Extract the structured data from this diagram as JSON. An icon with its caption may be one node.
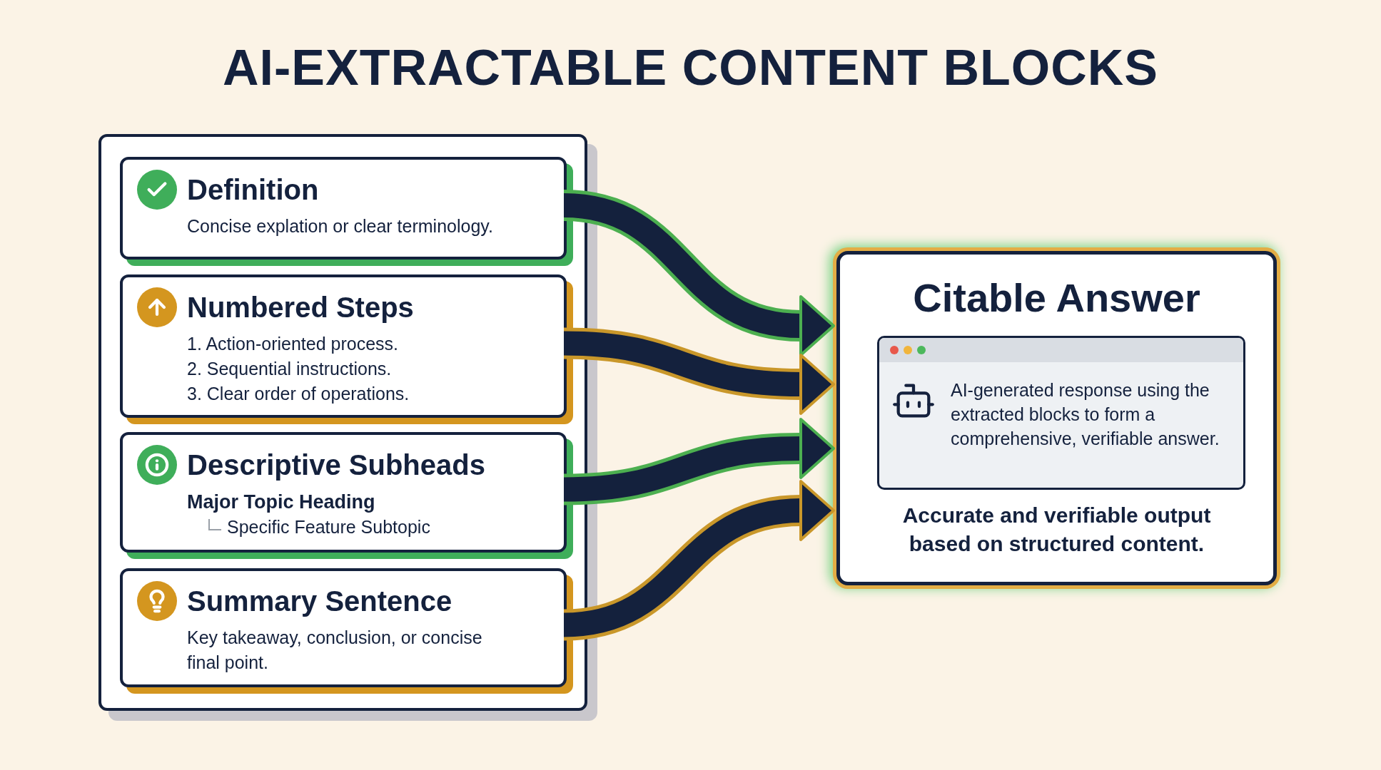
{
  "diagram": {
    "title": "AI-EXTRACTABLE CONTENT BLOCKS",
    "nodes": [
      {
        "text": [],
        "shape": "box"
      },
      {
        "text": [
          "Definition",
          "Concise explation or clear terminology."
        ],
        "in": 0
      },
      {
        "text": [
          "Numbered Steps",
          "1. Action-oriented process.",
          "2. Sequential instructions.",
          "3. Clear order of operations."
        ],
        "in": 0
      },
      {
        "text": [
          "Descriptive Subheads",
          "Major Topic Heading",
          "Specific Feature Subtopic"
        ],
        "in": 0
      },
      {
        "text": [
          "Summary Sentence",
          "Key takeaway, conclusion, or concise final point."
        ],
        "in": 0
      },
      {
        "text": [
          "Citable Answer",
          "Accurate and verifiable output based on structured content."
        ]
      },
      {
        "text": [
          "AI-generated response using the extracted blocks to form a comprehensive, verifiable answer."
        ],
        "in": 5
      }
    ],
    "edges": [
      {
        "from": 1,
        "to": 5,
        "arrow": "to",
        "color": "#4caf50"
      },
      {
        "from": 2,
        "to": 5,
        "arrow": "to",
        "color": "#c9972a"
      },
      {
        "from": 3,
        "to": 5,
        "arrow": "to",
        "color": "#4caf50"
      },
      {
        "from": 4,
        "to": 5,
        "arrow": "to",
        "color": "#c9972a"
      }
    ]
  }
}
